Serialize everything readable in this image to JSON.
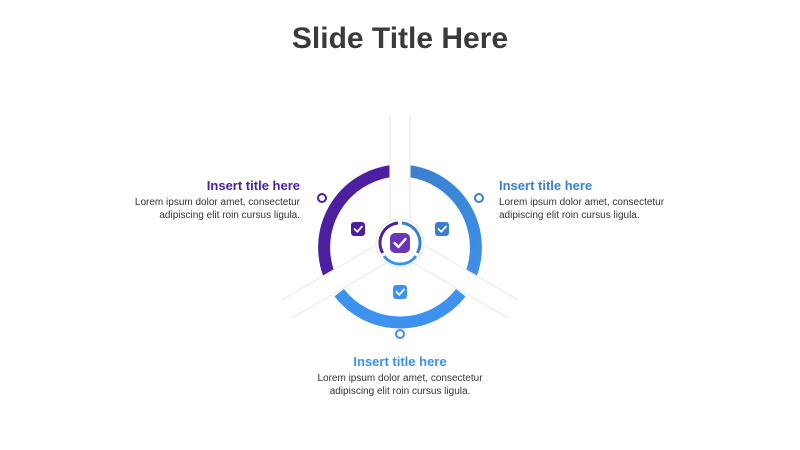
{
  "slide": {
    "title": "Slide Title Here"
  },
  "colors": {
    "purple": "#4b1fa0",
    "blue": "#3a7fcc",
    "light_blue": "#3d92ef",
    "spoke": "#eeeeee",
    "center_badge": "#6a35b8"
  },
  "sections": [
    {
      "id": "left",
      "title": "Insert title here",
      "body_line1": "Lorem ipsum dolor amet, consectetur",
      "body_line2": "adipiscing elit roin cursus ligula.",
      "color": "#4b1fa0",
      "icon": "check-icon"
    },
    {
      "id": "right",
      "title": "Insert title here",
      "body_line1": "Lorem ipsum dolor amet, consectetur",
      "body_line2": "adipiscing elit roin cursus ligula.",
      "color": "#3a7fcc",
      "icon": "check-icon"
    },
    {
      "id": "bottom",
      "title": "Insert title here",
      "body_line1": "Lorem ipsum dolor amet, consectetur",
      "body_line2": "adipiscing elit roin cursus ligula.",
      "color": "#3d92ef",
      "icon": "check-icon"
    }
  ],
  "center": {
    "icon": "check-icon",
    "color": "#6a35b8"
  }
}
